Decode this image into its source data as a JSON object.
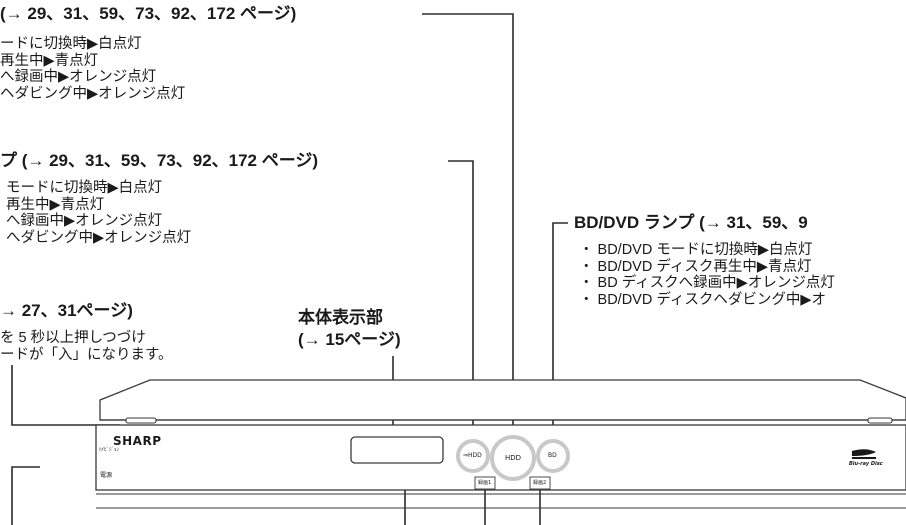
{
  "callouts": {
    "hdd_lamp": {
      "heading": "(→ 29、31、59、73、92、172 ページ)",
      "items": [
        "ードに切換時▶白点灯",
        "再生中▶青点灯",
        "へ録画中▶オレンジ点灯",
        "ヘダビング中▶オレンジ点灯"
      ]
    },
    "usb_hdd_lamp": {
      "heading": "プ (→ 29、31、59、73、92、172 ページ)",
      "items": [
        "モードに切換時▶白点灯",
        "再生中▶青点灯",
        "へ録画中▶オレンジ点灯",
        "へダビング中▶オレンジ点灯"
      ]
    },
    "bd_lamp": {
      "heading": "BD/DVD ランプ (→ 31、59、9",
      "items": [
        "・ BD/DVD モードに切換時▶白点灯",
        "・ BD/DVD ディスク再生中▶青点灯",
        "・ BD ディスクへ録画中▶オレンジ点灯",
        "・ BD/DVD ディスクヘダビング中▶オ"
      ]
    },
    "power": {
      "heading": "→ 27、31ページ)",
      "items": [
        "を 5 秒以上押しつづけ",
        "ードが「入」になります。"
      ]
    },
    "display": {
      "line1": "本体表示部",
      "line2": "(→ 15ページ)"
    }
  },
  "device": {
    "brand": "SHARP",
    "small_label": "ﾊｲﾋﾞｼﾞｮﾝ",
    "power_label": "電源",
    "btn_usb_hdd": "⇒HDD",
    "btn_hdd": "HDD",
    "btn_bd": "BD",
    "rec1": "録画1",
    "rec2": "録画2",
    "bluray_logo_text": "Blu-ray Disc"
  },
  "colors": {
    "line": "#2b2b2b",
    "device_outline": "#3a3a3a",
    "ring": "#c8c8c8"
  }
}
